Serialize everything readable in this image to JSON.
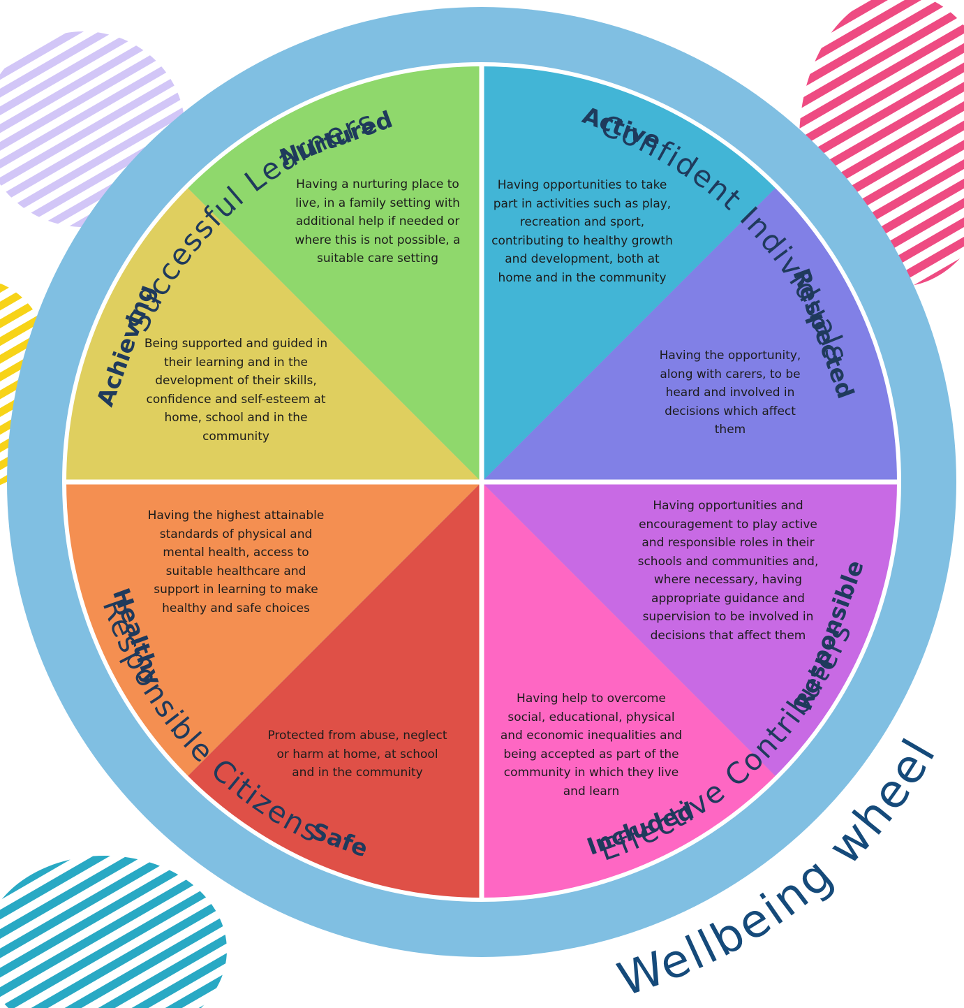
{
  "title": "Wellbeing wheel",
  "ring_labels": {
    "successful": "Successful Learners",
    "confident": "Confident Individuals",
    "effective": "Effective Contributers",
    "responsible": "Responsible Citizens"
  },
  "segments": [
    {
      "id": "active",
      "title": "Active",
      "color": "#42b5d6",
      "description": "Having opportunities to take part in activities such as play, recreation and sport, contributing to healthy growth and development, both at home and in the community"
    },
    {
      "id": "respected",
      "title": "Respected",
      "color": "#8180e6",
      "description": "Having the opportunity, along with carers, to be heard and involved in decisions which affect them"
    },
    {
      "id": "responsible",
      "title": "Responsible",
      "color": "#c86ae4",
      "description": "Having opportunities and encouragement to play active and responsible roles in their schools and communities and, where necessary, having appropriate guidance and supervision to be involved in decisions that affect them"
    },
    {
      "id": "included",
      "title": "Included",
      "color": "#fe67c3",
      "description": "Having help to overcome social, educational, physical and economic inequalities and being accepted as part of the community in which they live and learn"
    },
    {
      "id": "safe",
      "title": "Safe",
      "color": "#df5047",
      "description": "Protected from abuse, neglect or harm at home, at school and in the community"
    },
    {
      "id": "healthy",
      "title": "Healthy",
      "color": "#f48f51",
      "description": "Having the highest attainable standards of physical and mental health, access to suitable healthcare and support in learning to make healthy and safe choices"
    },
    {
      "id": "achieving",
      "title": "Achieving",
      "color": "#dfcf5f",
      "description": "Being supported and guided in their learning and in the development of their skills, confidence and self-esteem at home, school and in the community"
    },
    {
      "id": "nurtured",
      "title": "Nurtured",
      "color": "#8fd86c",
      "description": "Having a nurturing place to live, in a family setting with additional help if needed or where this is not possible, a suitable care setting"
    }
  ],
  "colors": {
    "ring": "#80bfe2",
    "text_dark": "#1f3a5c",
    "stripe_purple": "#d2c6f7",
    "stripe_pink": "#ee4b82",
    "stripe_yellow": "#f7d318",
    "stripe_teal": "#29a9c4"
  }
}
